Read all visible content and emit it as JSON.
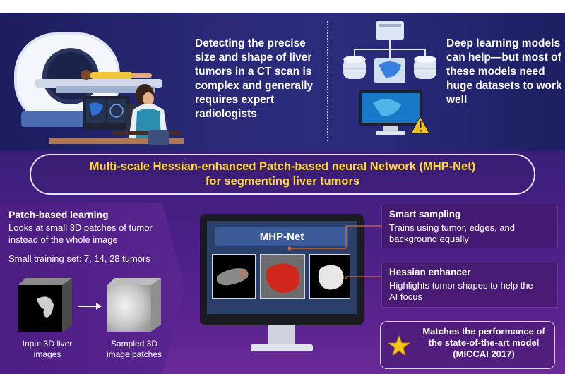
{
  "top": {
    "detect_text": "Detecting the precise size and shape of liver tumors in a CT scan is complex and generally requires expert radiologists",
    "deep_text": "Deep learning models can help—but most of these models need huge datasets to work well"
  },
  "title": {
    "line1": "Multi-scale Hessian-enhanced Patch-based neural Network (MHP-Net)",
    "line2": "for segmenting liver tumors"
  },
  "patch": {
    "title": "Patch-based learning",
    "desc": "Looks at small 3D patches of tumor instead of the whole image",
    "training": "Small training set: 7, 14, 28 tumors",
    "input_caption": "Input 3D liver images",
    "sampled_caption": "Sampled 3D image patches"
  },
  "monitor": {
    "label": "MHP-Net"
  },
  "smart": {
    "title": "Smart sampling",
    "desc": "Trains using tumor, edges, and background equally"
  },
  "hessian": {
    "title": "Hessian enhancer",
    "desc": "Highlights tumor shapes to help the AI focus"
  },
  "match": {
    "text": "Matches the performance of the state-of-the-art model (MICCAI 2017)"
  },
  "colors": {
    "title_yellow": "#ffd83a",
    "top_navy": "#2a2a78",
    "bottom_purple": "#4a1f86",
    "tumor_red": "#d0261c",
    "star_gold": "#f5c518"
  },
  "icons": [
    "ct-scanner-icon",
    "radiologist-icon",
    "server-icon",
    "database-icon",
    "liver-icon",
    "warning-icon",
    "star-icon",
    "arrow-right-icon"
  ]
}
